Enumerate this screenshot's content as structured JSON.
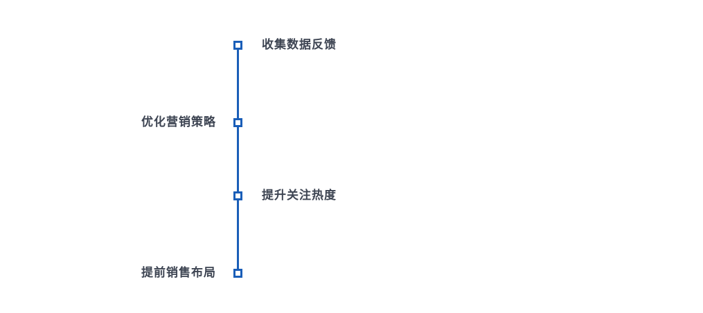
{
  "colors": {
    "accent": "#1a5eb8",
    "text": "#3d4452"
  },
  "timeline": {
    "items": [
      {
        "label": "收集数据反馈",
        "side": "right"
      },
      {
        "label": "优化营销策略",
        "side": "left"
      },
      {
        "label": "提升关注热度",
        "side": "right"
      },
      {
        "label": "提前销售布局",
        "side": "left"
      }
    ]
  }
}
